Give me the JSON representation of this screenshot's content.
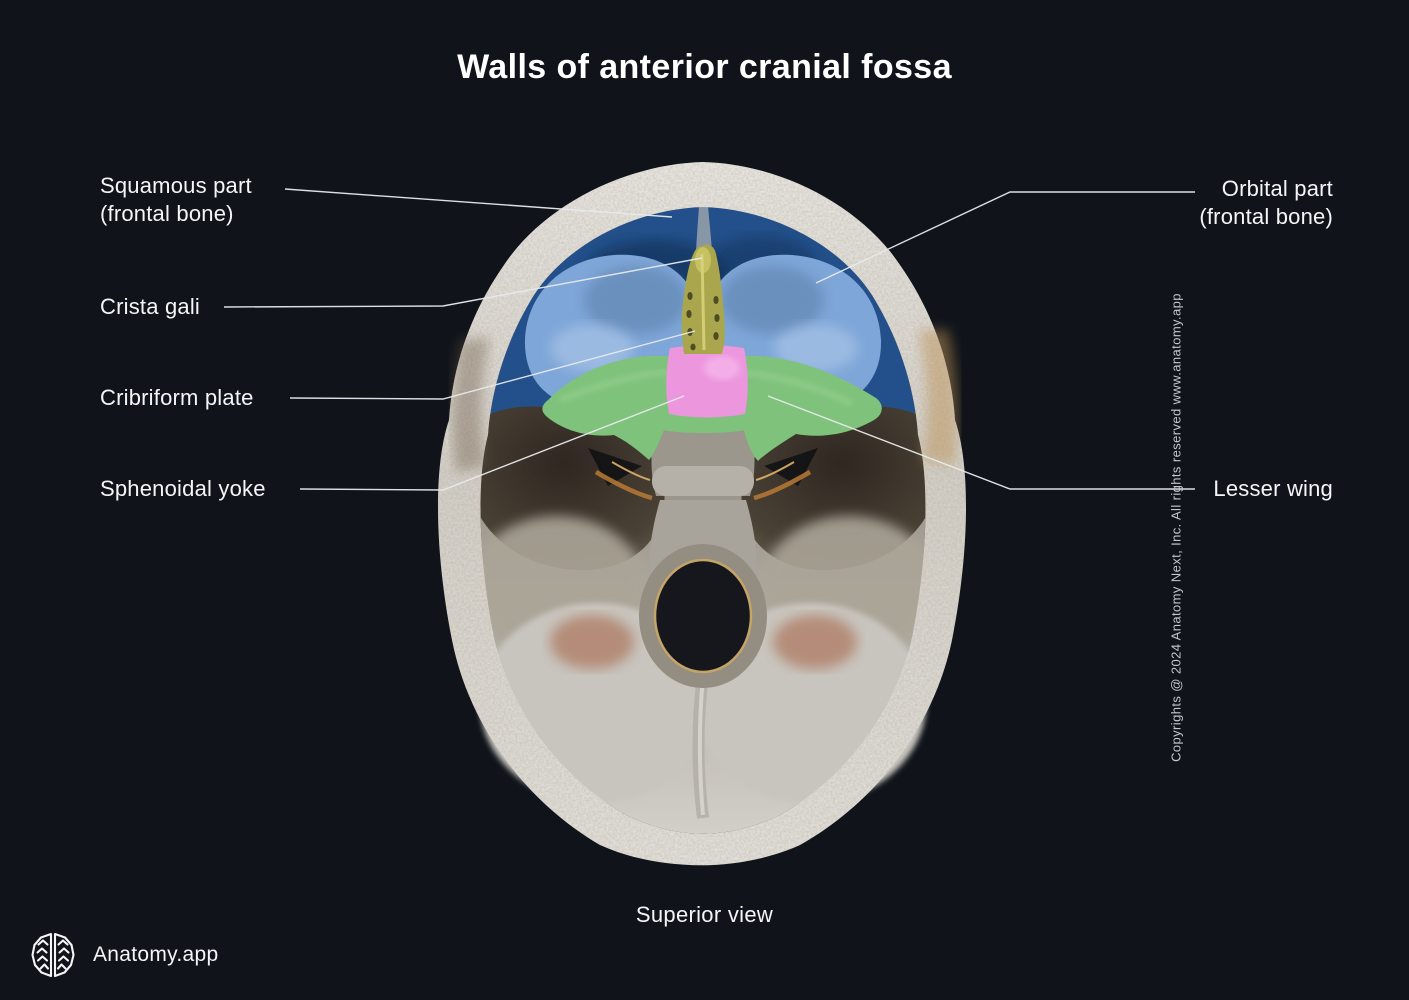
{
  "title": "Walls of anterior cranial fossa",
  "view_caption": "Superior view",
  "brand": {
    "name": "Anatomy.app",
    "logo_icon": "brain-icon"
  },
  "copyright_notice": "Copyrights @ 2024 Anatomy Next, Inc. All rights reserved www.anatomy.app",
  "annotations": {
    "left": [
      {
        "label": "Squamous part\n(frontal bone)"
      },
      {
        "label": "Crista gali"
      },
      {
        "label": "Cribriform plate"
      },
      {
        "label": "Sphenoidal yoke"
      }
    ],
    "right": [
      {
        "label": "Orbital part\n(frontal bone)"
      },
      {
        "label": "Lesser wing"
      }
    ]
  },
  "region_colors": {
    "squamous_part": "#23508a",
    "orbital_part": "#7ea6d8",
    "crista_galli": "#c6c162",
    "cribriform_plate": "#a9a64e",
    "sphenoidal_yoke": "#ec96de",
    "lesser_wing": "#7fc27b"
  },
  "theme": {
    "background": "#10141a",
    "text_color": "#ffffff",
    "leader_line_color": "#e8eaec",
    "bone_color": "#dcd9d2"
  }
}
